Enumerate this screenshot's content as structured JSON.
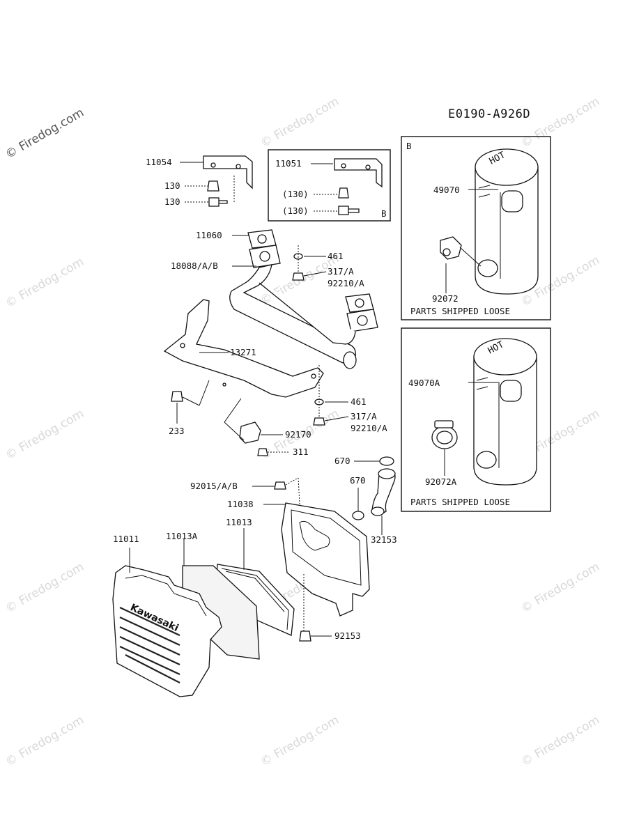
{
  "drawing_code": "E0190-A926D",
  "watermark": {
    "text": "© Firedog.com"
  },
  "inset_b": {
    "marker": "B",
    "part": "49070",
    "clamp": "92072",
    "caption": "PARTS SHIPPED LOOSE"
  },
  "inset_a": {
    "part": "49070A",
    "clamp": "92072A",
    "caption": "PARTS SHIPPED LOOSE"
  },
  "bracket_box": {
    "corner": "B",
    "part": "11051",
    "bolt_a": "(130)",
    "bolt_b": "(130)"
  },
  "bracket_main": {
    "part": "11054",
    "bolt_a": "130",
    "bolt_b": "130"
  },
  "callouts": {
    "gasket": "11060",
    "pipe": "18088/A/B",
    "washer_top": "461",
    "nut_top": "317/A",
    "nut_top_b": "92210/A",
    "bracket": "13271",
    "bolt_233": "233",
    "washer_bot": "461",
    "nut_bot": "317/A",
    "nut_bot_b": "92210/A",
    "clamp": "92170",
    "bolt_311": "311",
    "oring_top": "670",
    "oring_mid": "670",
    "elbow": "32153",
    "nut_92015": "92015/A/B",
    "base": "11038",
    "element": "11013",
    "cover": "11011",
    "prefilter": "11013A",
    "bolt_92153": "92153"
  },
  "brand_text": "Kawasaki",
  "muffler_label": "HOT"
}
